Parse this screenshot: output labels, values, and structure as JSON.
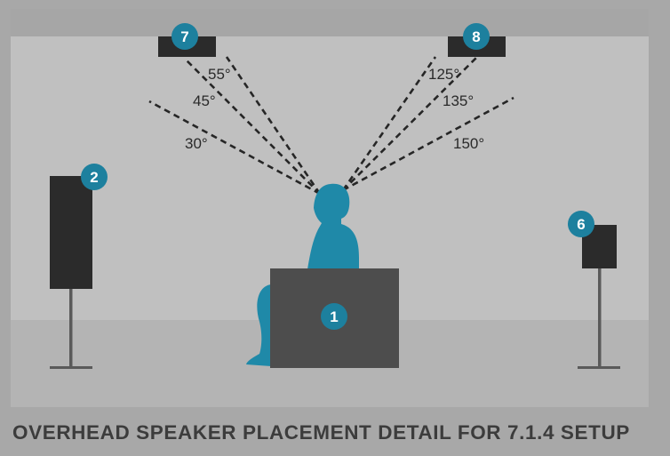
{
  "diagram": {
    "speakers": [
      {
        "id": "center",
        "badge": "1"
      },
      {
        "id": "front-left",
        "badge": "2"
      },
      {
        "id": "surround-right",
        "badge": "6"
      },
      {
        "id": "overhead-left",
        "badge": "7"
      },
      {
        "id": "overhead-right",
        "badge": "8"
      }
    ],
    "angles_left": [
      "55°",
      "45°",
      "30°"
    ],
    "angles_right": [
      "125°",
      "135°",
      "150°"
    ],
    "colors": {
      "wall": "#c0c0c0",
      "ceiling": "#a6a6a6",
      "floor": "#b4b4b4",
      "speaker": "#2b2b2b",
      "chair": "#4d4d4d",
      "listener": "#1f89a8",
      "badge": "#1d809e",
      "lines": "#262626"
    }
  },
  "caption": "OVERHEAD SPEAKER PLACEMENT DETAIL FOR 7.1.4 SETUP"
}
